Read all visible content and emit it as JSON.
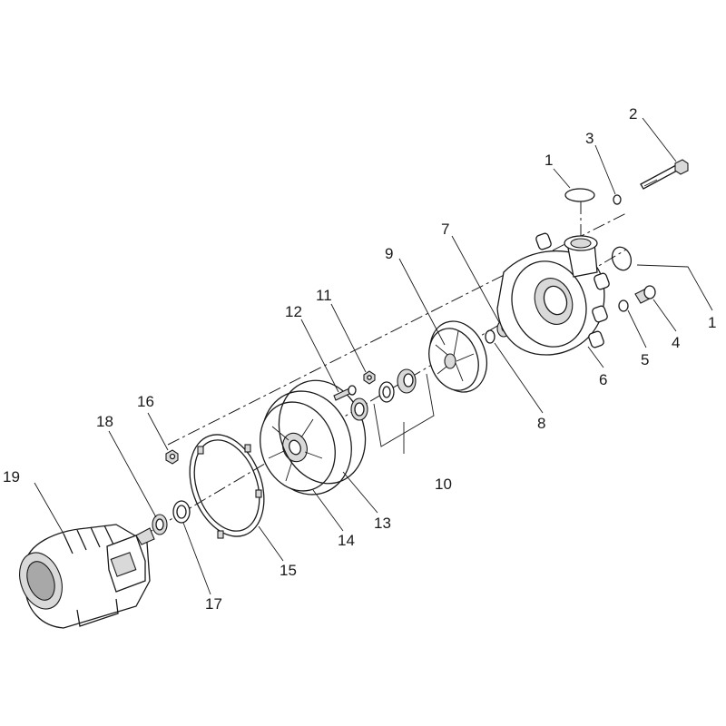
{
  "labels": {
    "p1_top": "1",
    "p1_right": "1",
    "p2": "2",
    "p3": "3",
    "p4": "4",
    "p5": "5",
    "p6": "6",
    "p7": "7",
    "p8": "8",
    "p9": "9",
    "p10": "10",
    "p11": "11",
    "p12": "12",
    "p13": "13",
    "p14": "14",
    "p15": "15",
    "p16": "16",
    "p17": "17",
    "p18": "18",
    "p19": "19"
  },
  "colors": {
    "line": "#1a1a1a",
    "shade": "#d9d9d9",
    "dark_shade": "#a8a8a8",
    "background": "#ffffff"
  }
}
